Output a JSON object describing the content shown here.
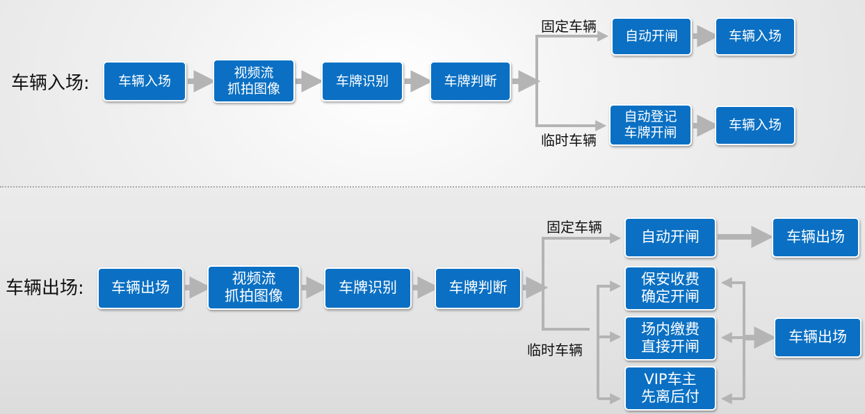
{
  "entry": {
    "title": "车辆入场:",
    "steps": [
      "车辆入场",
      "视频流\n抓拍图像",
      "车牌识别",
      "车牌判断"
    ],
    "branch_fixed": {
      "label": "固定车辆",
      "steps": [
        "自动开闸",
        "车辆入场"
      ]
    },
    "branch_temp": {
      "label": "临时车辆",
      "steps": [
        "自动登记\n车牌开闸",
        "车辆入场"
      ]
    }
  },
  "exit": {
    "title": "车辆出场:",
    "steps": [
      "车辆出场",
      "视频流\n抓拍图像",
      "车牌识别",
      "车牌判断"
    ],
    "branch_fixed": {
      "label": "固定车辆",
      "steps": [
        "自动开闸",
        "车辆出场"
      ]
    },
    "branch_temp": {
      "label": "临时车辆",
      "options": [
        "保安收费\n确定开闸",
        "场内缴费\n直接开闸",
        "VIP车主\n先离后付"
      ],
      "final": "车辆出场"
    }
  }
}
